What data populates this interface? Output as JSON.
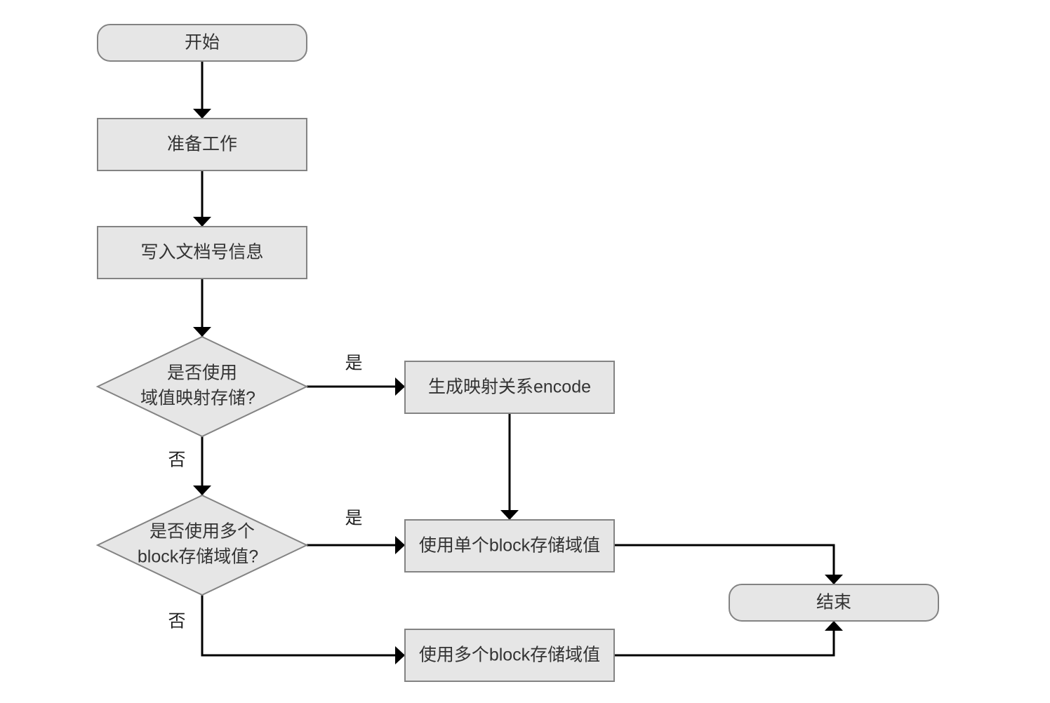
{
  "nodes": {
    "start": {
      "label": "开始"
    },
    "prepare": {
      "label": "准备工作"
    },
    "write_doc": {
      "label": "写入文档号信息"
    },
    "decision_mapping": {
      "lines": [
        "是否使用",
        "域值映射存储?"
      ]
    },
    "gen_mapping": {
      "label": "生成映射关系encode"
    },
    "decision_multi": {
      "lines": [
        "是否使用多个",
        "block存储域值?"
      ]
    },
    "single_block": {
      "label": "使用单个block存储域值"
    },
    "multi_block": {
      "label": "使用多个block存储域值"
    },
    "end": {
      "label": "结束"
    }
  },
  "edge_labels": {
    "mapping_yes": "是",
    "mapping_no": "否",
    "multi_yes": "是",
    "multi_no": "否"
  },
  "colors": {
    "node_fill": "#e6e6e6",
    "node_stroke": "#838383",
    "edge": "#000000",
    "text": "#333333"
  }
}
